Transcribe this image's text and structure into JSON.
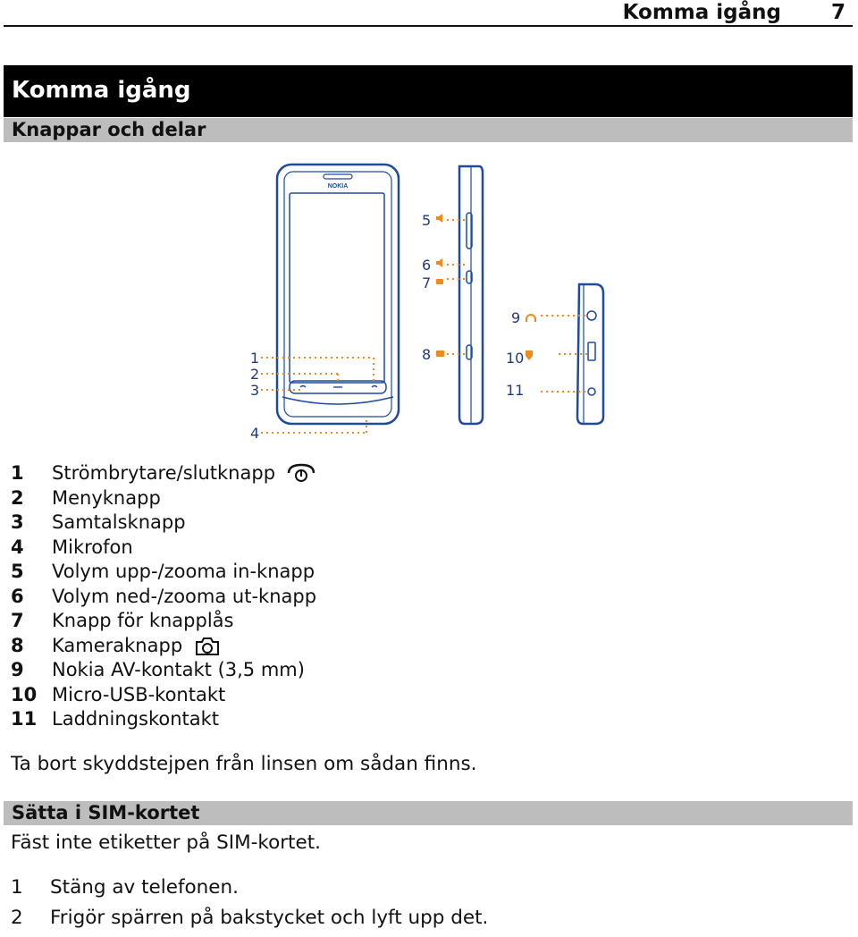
{
  "header": {
    "title": "Komma igång",
    "page_number": "7"
  },
  "chapter_title": "Komma igång",
  "section1_title": "Knappar och delar",
  "figure": {
    "brand": "NOKIA",
    "callouts": [
      "1",
      "2",
      "3",
      "4",
      "5",
      "6",
      "7",
      "8",
      "9",
      "10",
      "11"
    ],
    "accent_color": "#f08a1c",
    "device_color": "#1f4aa0"
  },
  "legend": [
    {
      "num": "1",
      "label": "Strömbrytare/slutknapp",
      "icon": "power-end-key-icon"
    },
    {
      "num": "2",
      "label": "Menyknapp"
    },
    {
      "num": "3",
      "label": "Samtalsknapp"
    },
    {
      "num": "4",
      "label": "Mikrofon"
    },
    {
      "num": "5",
      "label": "Volym upp-/zooma in-knapp"
    },
    {
      "num": "6",
      "label": "Volym ned-/zooma ut-knapp"
    },
    {
      "num": "7",
      "label": "Knapp för knapplås"
    },
    {
      "num": "8",
      "label": "Kameraknapp",
      "icon": "camera-icon"
    },
    {
      "num": "9",
      "label": "Nokia AV-kontakt (3,5 mm)"
    },
    {
      "num": "10",
      "label": "Micro-USB-kontakt"
    },
    {
      "num": "11",
      "label": "Laddningskontakt"
    }
  ],
  "note": "Ta bort skyddstejpen från linsen om sådan finns.",
  "section2_title": "Sätta i SIM-kortet",
  "sim_note": "Fäst inte etiketter på SIM-kortet.",
  "steps": [
    {
      "num": "1",
      "text": "Stäng av telefonen."
    },
    {
      "num": "2",
      "text": "Frigör spärren på bakstycket och lyft upp det."
    }
  ]
}
